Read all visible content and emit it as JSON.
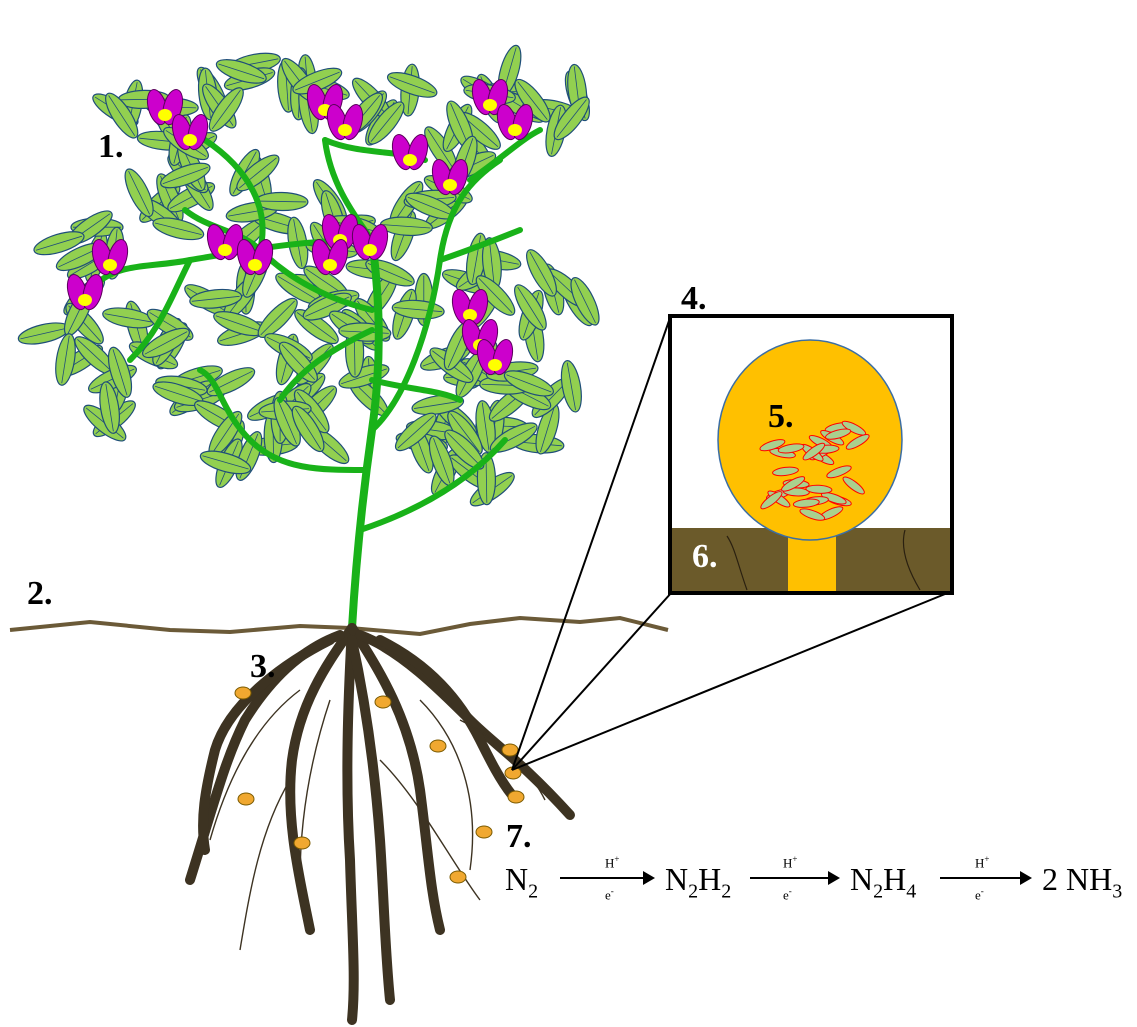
{
  "labels": {
    "l1": "1.",
    "l2": "2.",
    "l3": "3.",
    "l4": "4.",
    "l5": "5.",
    "l6": "6.",
    "l7": "7."
  },
  "reaction": {
    "terms": [
      {
        "base": "N",
        "sub": "2"
      },
      {
        "base": "N",
        "sub": "2",
        "base2": "H",
        "sub2": "2"
      },
      {
        "base": "N",
        "sub": "2",
        "base2": "H",
        "sub2": "4"
      },
      {
        "prefix": "2 ",
        "base": "NH",
        "sub": "3"
      }
    ],
    "arrow_top": "H",
    "arrow_top_sup": "+",
    "arrow_bottom": "e",
    "arrow_bottom_sup": "-"
  },
  "colors": {
    "stem": "#19b219",
    "leaf_fill": "#92d050",
    "leaf_stroke": "#1f4e79",
    "petal": "#cc00cc",
    "flower_center": "#ffff00",
    "root": "#3d3322",
    "soil_line": "#6b5a38",
    "soil_fill": "#6b5a2a",
    "nodule": "#f0a830",
    "nodule_outline": "#7a5a00",
    "inset_nodule": "#ffc000",
    "bacteria_fill": "#a9d18e",
    "bacteria_stroke": "#ff0000"
  }
}
